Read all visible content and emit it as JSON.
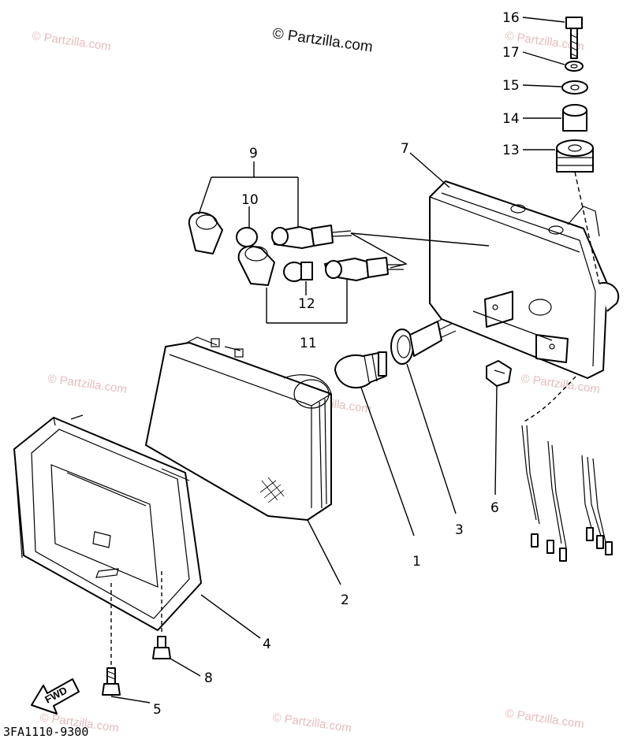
{
  "watermark": {
    "main": "© Partzilla.com",
    "repeat": "© Partzilla.com"
  },
  "diagram_code": "3FA1110-9300",
  "fwd_label": "FWD",
  "callouts": [
    {
      "id": "c1",
      "label": "1"
    },
    {
      "id": "c2",
      "label": "2"
    },
    {
      "id": "c3",
      "label": "3"
    },
    {
      "id": "c4",
      "label": "4"
    },
    {
      "id": "c5",
      "label": "5"
    },
    {
      "id": "c6",
      "label": "6"
    },
    {
      "id": "c7",
      "label": "7"
    },
    {
      "id": "c8",
      "label": "8"
    },
    {
      "id": "c9",
      "label": "9"
    },
    {
      "id": "c10",
      "label": "10"
    },
    {
      "id": "c11",
      "label": "11"
    },
    {
      "id": "c12",
      "label": "12"
    },
    {
      "id": "c13",
      "label": "13"
    },
    {
      "id": "c14",
      "label": "14"
    },
    {
      "id": "c15",
      "label": "15"
    },
    {
      "id": "c16",
      "label": "16"
    },
    {
      "id": "c17",
      "label": "17"
    }
  ]
}
